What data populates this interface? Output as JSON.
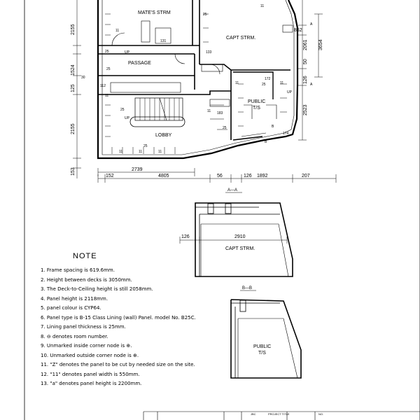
{
  "plan": {
    "rooms": {
      "mates_strm": "MATE'S STRM",
      "capt_strm": "CAPT STRM.",
      "passage": "PASSAGE",
      "public_ts": [
        "PUBLIC",
        "T/S"
      ],
      "lobby": "LOBBY"
    },
    "dims_left": [
      "2155",
      "1524",
      "125",
      "2155",
      "153"
    ],
    "dims_right": [
      "862",
      "2061",
      "3654",
      "50",
      "126",
      "2523"
    ],
    "dims_bottom_row1": [
      "2739",
      "4805",
      "56",
      "126",
      "1892",
      "207"
    ],
    "dims_bottom_row2": [
      "152"
    ],
    "panel_marks": [
      "25",
      "25",
      "25",
      "25",
      "25",
      "25",
      "25",
      "11",
      "11",
      "11",
      "11",
      "11",
      "11",
      "11",
      "11",
      "11",
      "133",
      "131",
      "183",
      "30",
      "112",
      "174",
      "172"
    ],
    "labels_misc": [
      "UP",
      "UP",
      "UP",
      "A",
      "A",
      "B",
      "B"
    ]
  },
  "sections": {
    "aa": {
      "title": "A—A",
      "room": "CAPT STRM.",
      "dims": [
        "126",
        "2910"
      ]
    },
    "bb": {
      "title": "B—B",
      "room": [
        "PUBLIC",
        "T/S"
      ]
    }
  },
  "notes": {
    "title": "NOTE",
    "items": [
      "1. Frame spacing is 619.6mm.",
      "2. Height between decks is 3050mm.",
      "3. The Deck-to-Ceiling height is still 2058mm.",
      "4. Panel height is 2118mm.",
      "5. panel colour is CYP64.",
      "6. Panel type is B-15 Class Lining (wall) Panel. model No. B25C.",
      "7. Lining panel thickness is 25mm.",
      "8. ⊖ denotes room number.",
      "9. Unmarked inside corner node is ⊕.",
      "10. Unmarked outside corner node is ⊕.",
      "11. \"Z\" denotes the panel to be cut by needed size on the site.",
      "12. \"11\" denotes panel width is 550mm.",
      "13. \"a\" denotes panel height is 2200mm."
    ]
  },
  "title_block": {
    "cells": [
      "JBC",
      "PROJECT TITLE",
      "NO."
    ]
  }
}
